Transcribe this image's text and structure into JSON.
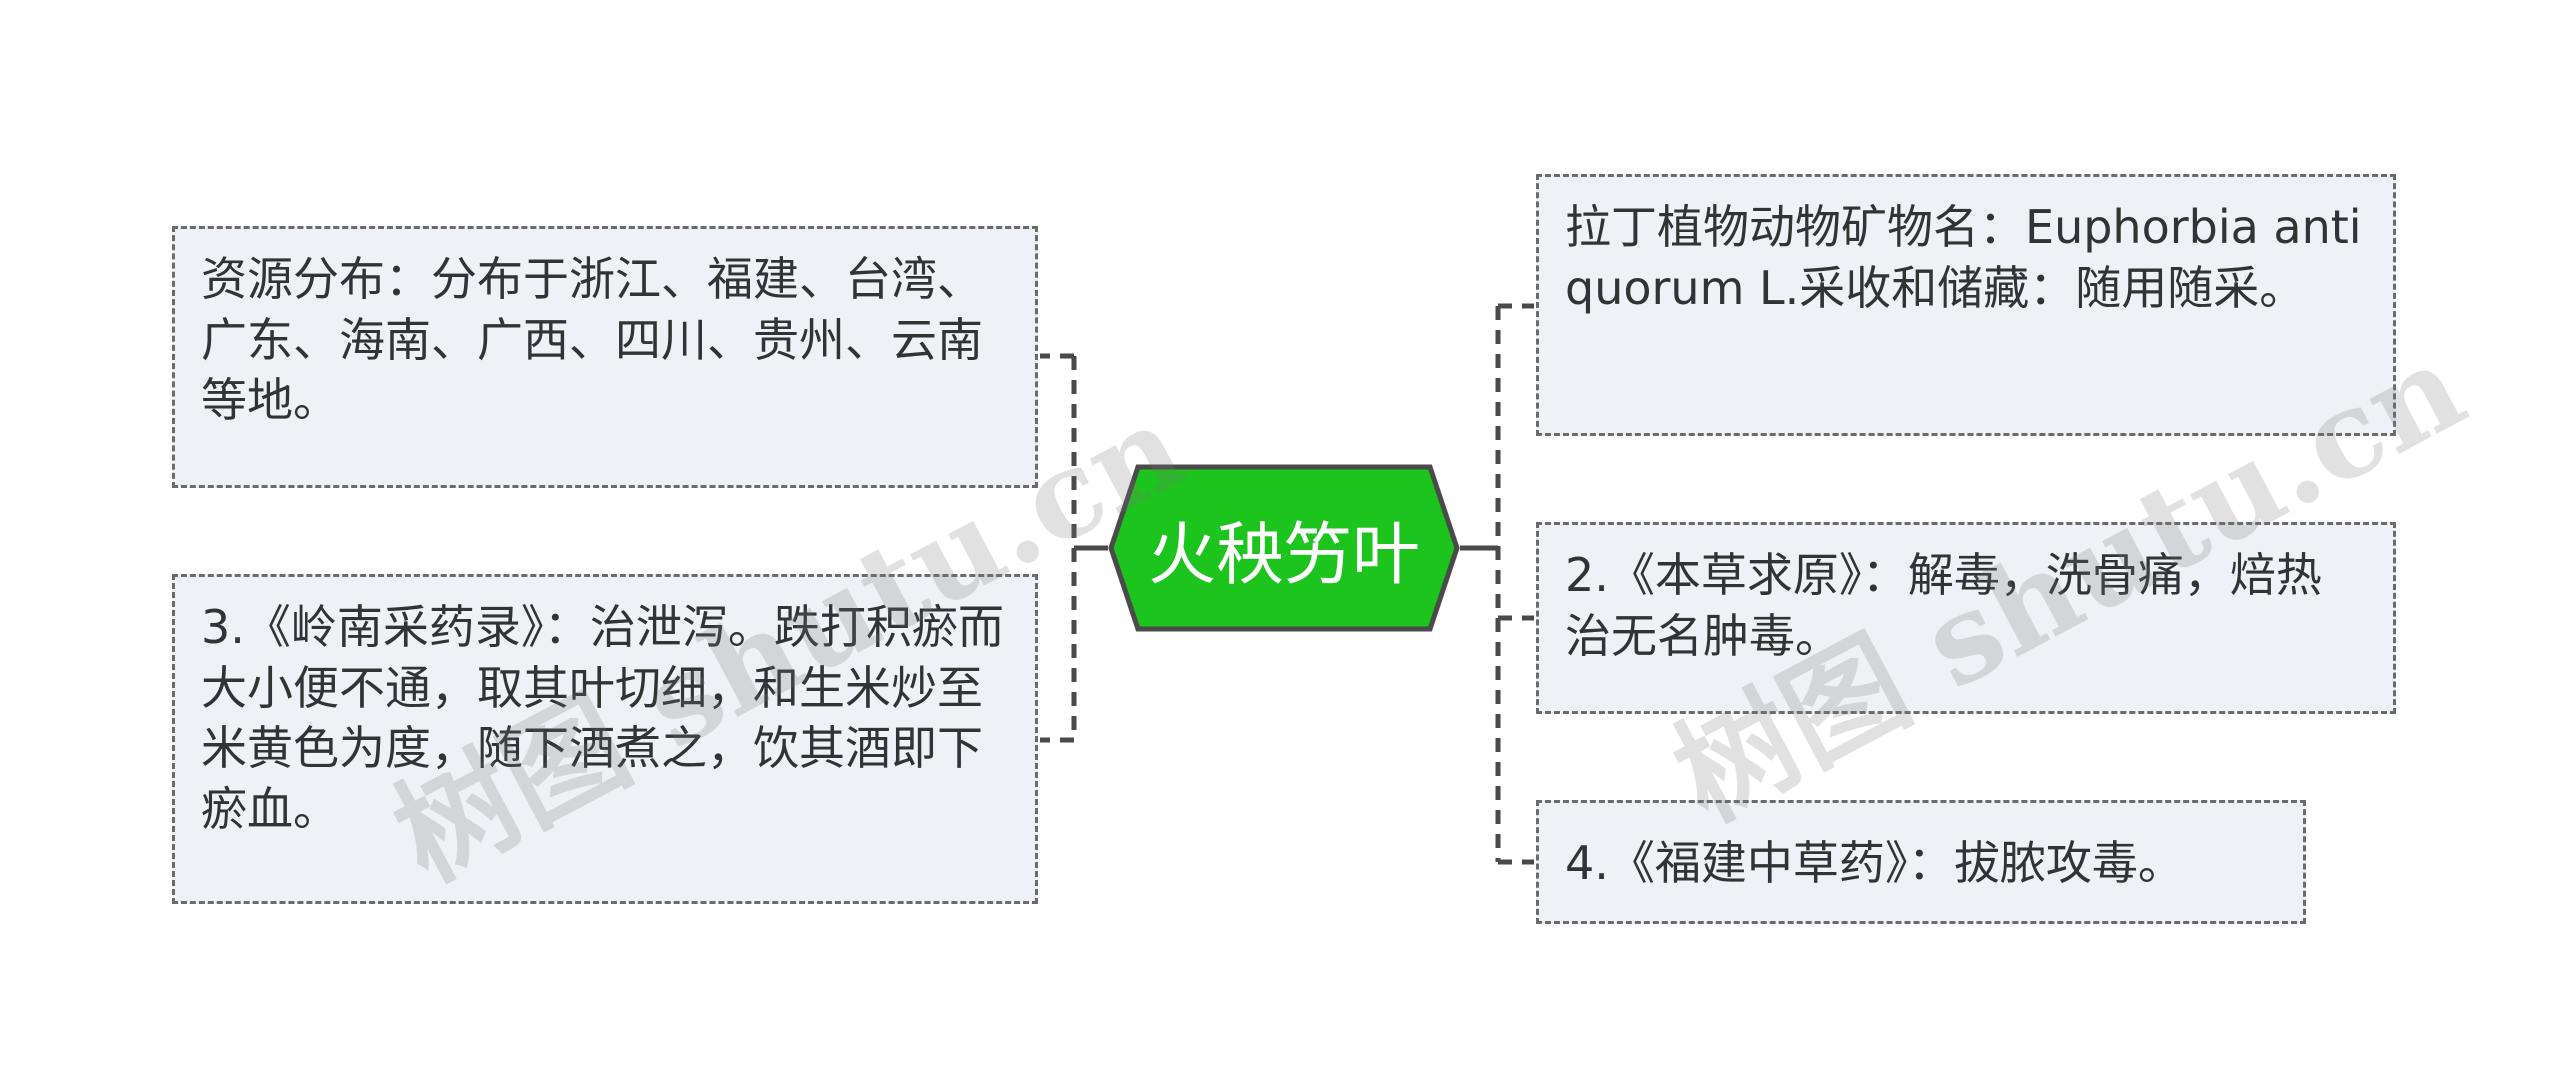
{
  "center": {
    "label": "火秧竻叶",
    "fill_color": "#1ec41e",
    "border_color": "#4a4a4a"
  },
  "nodes": {
    "left_1": "资源分布：分布于浙江、福建、台湾、广东、海南、广西、四川、贵州、云南等地。",
    "left_2": "3.《岭南采药录》：治泄泻。跌打积瘀而大小便不通，取其叶切细，和生米炒至米黄色为度，随下酒煮之，饮其酒即下瘀血。",
    "right_1": "拉丁植物动物矿物名：Euphorbia antiquorum L.采收和储藏：随用随采。",
    "right_2": "2.《本草求原》：解毒，洗骨痛，焙热治无名肿毒。",
    "right_3": "4.《福建中草药》：拔脓攻毒。"
  },
  "watermark": {
    "text": "树图 shutu.cn"
  },
  "colors": {
    "node_fill": "#eef1f5",
    "node_border": "#6b6b6b",
    "connector": "#4a4a4a",
    "text": "#333333"
  }
}
